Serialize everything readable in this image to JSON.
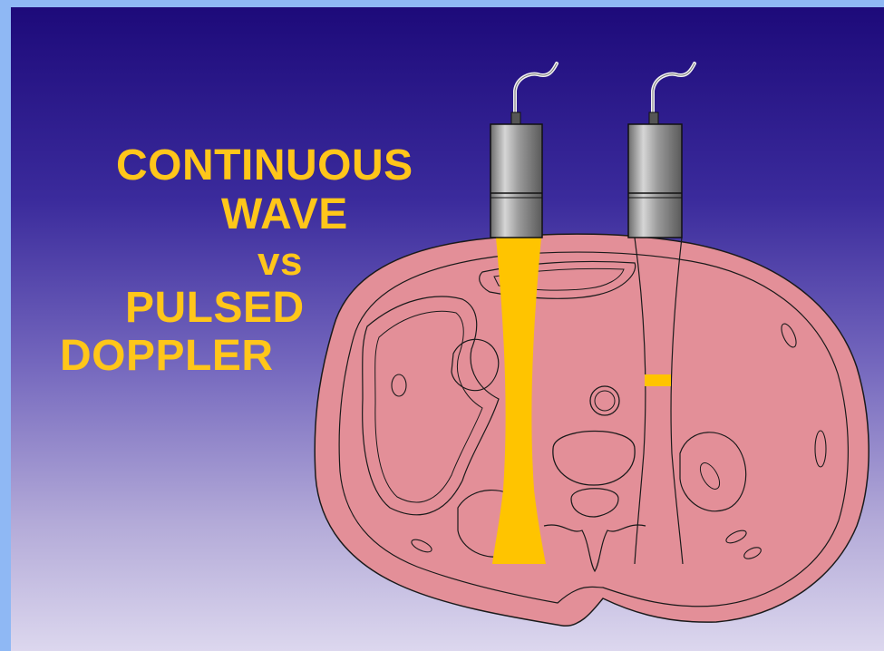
{
  "title": {
    "line1": "CONTINUOUS",
    "line2": "WAVE",
    "line3": "vs",
    "line4": "PULSED",
    "line5": "DOPPLER"
  },
  "colors": {
    "title": "#ffc61a",
    "beam": "#ffc400",
    "tissue": "#e38f98",
    "background_top": "#1d0a7a",
    "background_bottom": "#dcd7ee",
    "frame": "#8fb8f4"
  },
  "probes": [
    {
      "id": "continuous-wave-probe",
      "beam": "continuous"
    },
    {
      "id": "pulsed-probe",
      "beam": "sample-volume"
    }
  ]
}
